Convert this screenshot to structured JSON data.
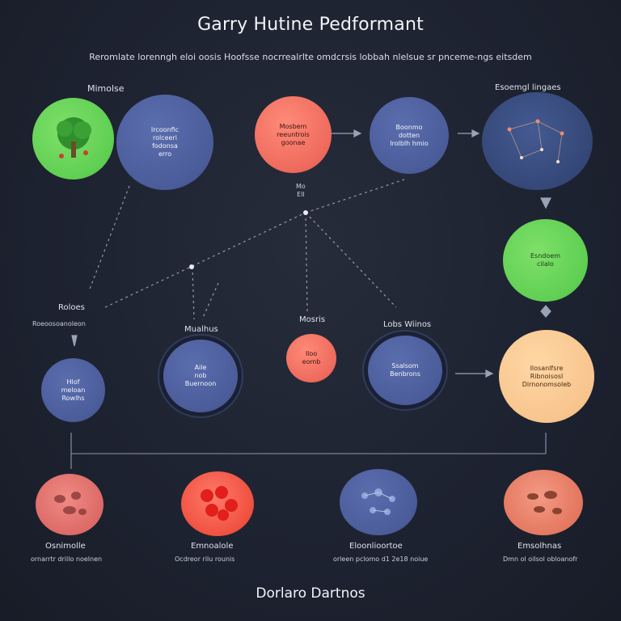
{
  "title": "Garry Hutine Pedformant",
  "subtitle": "Reromlate lorenngh eloi oosis Hoofsse nocrrealrlte omdcrsis lobbah nlelsue sr pnceme-ngs eitsdem",
  "footer": "Dorlaro Dartnos",
  "top_labels": {
    "left": "Mimolse",
    "right": "Esoemgl lingaes",
    "center_small": "Mo\nEll"
  },
  "nodes": {
    "n1": "",
    "n2": "Ircoonfic\nrolceeri\nfodonsa\nerro",
    "n3": "Mosbem\nreeuntrois\ngoonae",
    "n4": "Boonmo\ndotten\nIrolblh hmio",
    "n5": "",
    "n6": "Esndoem\ncilalo",
    "n7": "Hlof\nmeloan\nRowlhs",
    "n8": "Aile\nnob\nBuernoon",
    "n9": "Iloo\neomb",
    "n10": "Ssalsom\nBenbrons",
    "n11": "Ilosanlfsre\nRibnoisosl\nDirnonomsoleb",
    "n12": "",
    "n13": "",
    "n14": "",
    "n15": ""
  },
  "mid_labels": {
    "l1_title": "Roloes",
    "l1_sub": "Roeoosoanoleon",
    "l2": "Mualhus",
    "l3": "Mosris",
    "l4": "Lobs Wiinos"
  },
  "bottom_labels": [
    {
      "title": "Osnimolle",
      "sub": "ornarrtr drillo noelnen"
    },
    {
      "title": "Emnoalole",
      "sub": "Ocdreor rilu rounis"
    },
    {
      "title": "Eloonlioortoe",
      "sub": "orleen pclomo d1 2e18 noiue"
    },
    {
      "title": "Emsolhnas",
      "sub": "Dmn ol oilsol obloanofr"
    }
  ]
}
